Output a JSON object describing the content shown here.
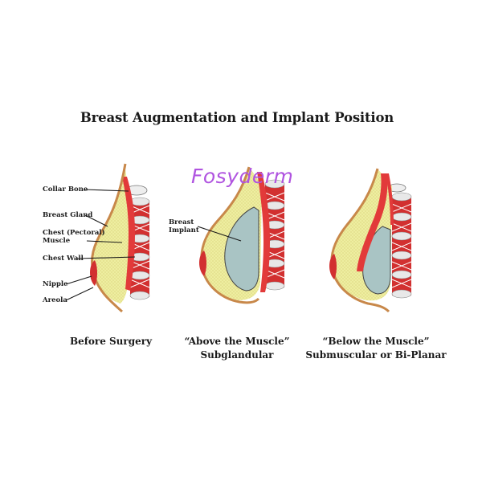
{
  "title": "Breast Augmentation and Implant Position",
  "watermark": "Fosyderm",
  "labels": {
    "collar_bone": "Collar Bone",
    "breast_gland": "Breast Gland",
    "chest_muscle_line1": "Chest (Pectoral)",
    "chest_muscle_line2": "Muscle",
    "chest_wall": "Chest Wall",
    "nipple": "Nipple",
    "areola": "Areola",
    "breast_implant_line1": "Breast",
    "breast_implant_line2": "Implant"
  },
  "panels": [
    {
      "caption_line1": "Before Surgery",
      "caption_line2": ""
    },
    {
      "caption_line1": "“Above the Muscle”",
      "caption_line2": "Subglandular"
    },
    {
      "caption_line1": "“Below the Muscle”",
      "caption_line2": "Submuscular or Bi-Planar"
    }
  ],
  "colors": {
    "gland": "#eeeea0",
    "muscle": "#e23a3a",
    "skin_outline": "#c8884a",
    "implant": "#a9c4c4",
    "bone": "#e0e0e0",
    "watermark": "#b054e0"
  }
}
